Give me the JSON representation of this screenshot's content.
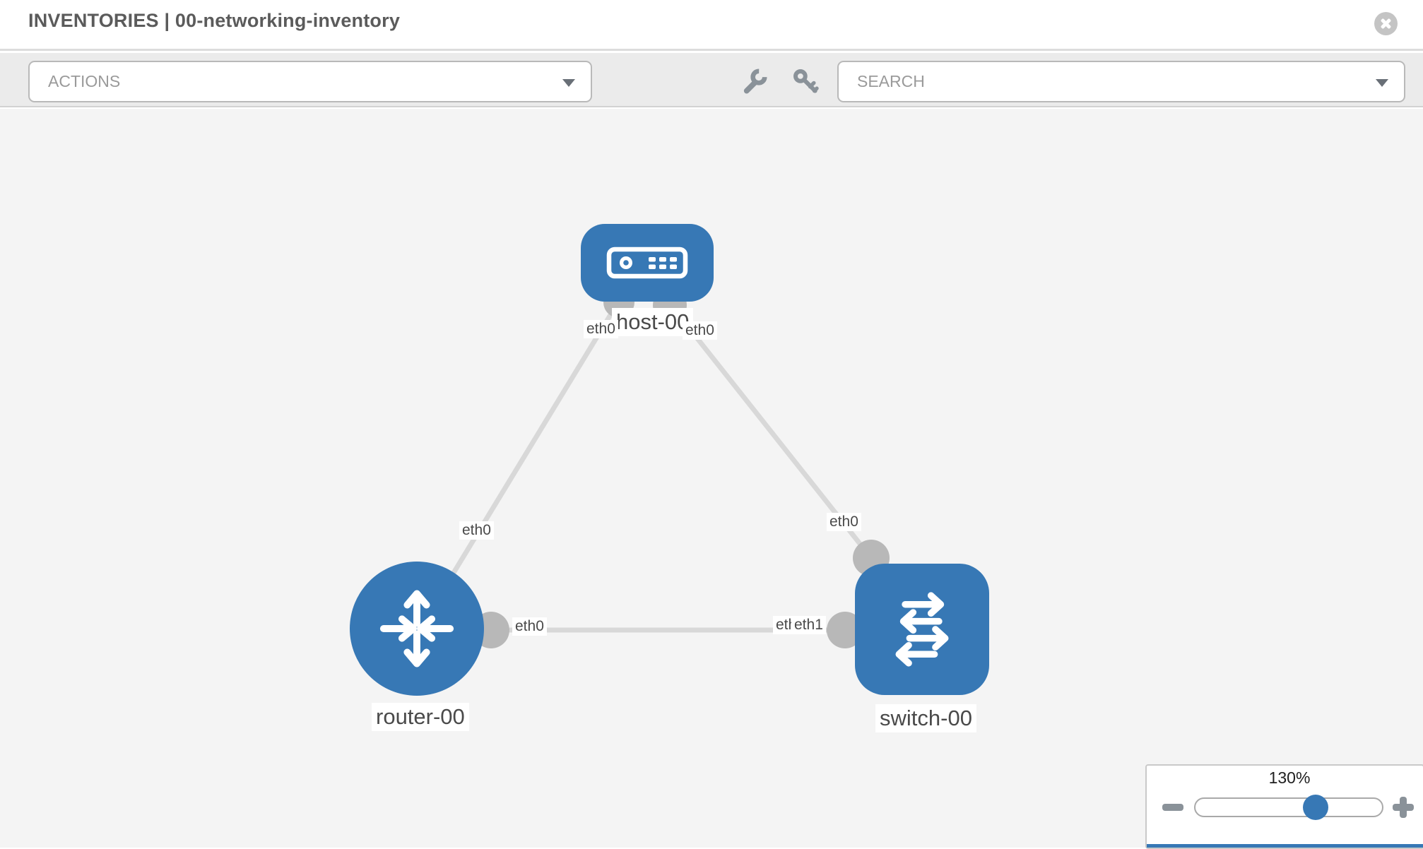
{
  "header": {
    "title": "INVENTORIES | 00-networking-inventory",
    "close_icon": "x-circle-icon"
  },
  "toolbar": {
    "actions_label": "ACTIONS",
    "search_label": "SEARCH",
    "icons": [
      "wrench-icon",
      "key-icon"
    ]
  },
  "diagram": {
    "nodes": [
      {
        "id": "host-00",
        "type": "host",
        "label": "host-00"
      },
      {
        "id": "router-00",
        "type": "router",
        "label": "router-00"
      },
      {
        "id": "switch-00",
        "type": "switch",
        "label": "switch-00"
      }
    ],
    "links": [
      {
        "from": "host-00",
        "to": "router-00",
        "from_if": "eth0",
        "to_if": "eth0"
      },
      {
        "from": "host-00",
        "to": "switch-00",
        "from_if": "eth0",
        "to_if": "eth0"
      },
      {
        "from": "router-00",
        "to": "switch-00",
        "from_if": "eth0",
        "to_if": "eth1",
        "to_if_overlap": "eth0"
      }
    ]
  },
  "zoom_control": {
    "level": "130%",
    "icons": [
      "minus-icon",
      "plus-icon"
    ]
  },
  "colors": {
    "node_blue": "#3778b5",
    "link_gray": "#d8d8d8",
    "connector_gray": "#b8b8b8",
    "toolbar_bg": "#ebebeb",
    "canvas_bg": "#f4f4f4",
    "icon_gray": "#8a9299"
  }
}
